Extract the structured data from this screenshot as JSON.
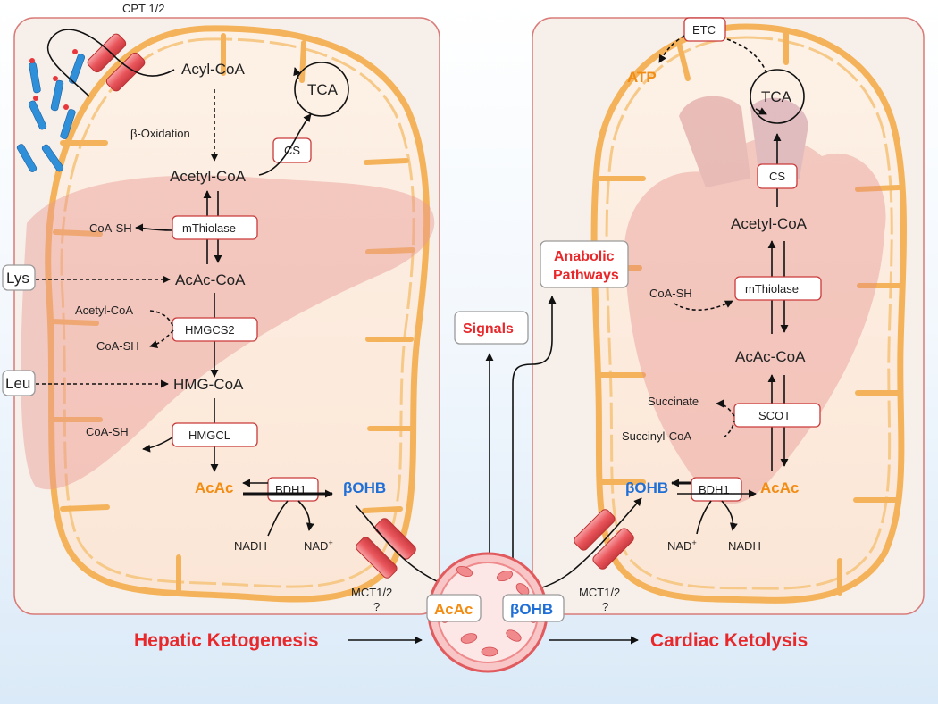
{
  "left": {
    "title": "Hepatic Ketogenesis",
    "transporter_top": "CPT 1/2",
    "acyl_coa": "Acyl-CoA",
    "beta_oxidation": "β-Oxidation",
    "tca": "TCA",
    "cs": "CS",
    "acetyl_coa": "Acetyl-CoA",
    "mthiolase": "mThiolase",
    "coash_1": "CoA-SH",
    "lys": "Lys",
    "acac_coa": "AcAc-CoA",
    "acetyl_coa_small": "Acetyl-CoA",
    "hmgcs2": "HMGCS2",
    "coash_2": "CoA-SH",
    "leu": "Leu",
    "hmg_coa": "HMG-CoA",
    "hmgcl": "HMGCL",
    "coash_3": "CoA-SH",
    "acac": "AcAc",
    "bdh1": "BDH1",
    "bohb": "βOHB",
    "nadh": "NADH",
    "nad_base": "NAD",
    "nad_sup": "+",
    "mct": "MCT1/2",
    "mct_q": "?"
  },
  "right": {
    "title": "Cardiac Ketolysis",
    "etc": "ETC",
    "atp": "ATP",
    "tca": "TCA",
    "cs": "CS",
    "acetyl_coa": "Acetyl-CoA",
    "coash": "CoA-SH",
    "mthiolase": "mThiolase",
    "acac_coa": "AcAc-CoA",
    "succinate": "Succinate",
    "scot": "SCOT",
    "succinyl_coa": "Succinyl-CoA",
    "bohb": "βOHB",
    "bdh1": "BDH1",
    "acac": "AcAc",
    "nad_base": "NAD",
    "nad_sup": "+",
    "nadh": "NADH",
    "mct": "MCT1/2",
    "mct_q": "?"
  },
  "center": {
    "anabolic_line1": "Anabolic",
    "anabolic_line2": "Pathways",
    "signals": "Signals",
    "acac": "AcAc",
    "bohb": "βOHB"
  },
  "colors": {
    "ketone_orange": "#f28c13",
    "ketone_blue": "#1f6fd6",
    "title_red": "#e8282b",
    "enzyme_border": "#c93a3a"
  }
}
